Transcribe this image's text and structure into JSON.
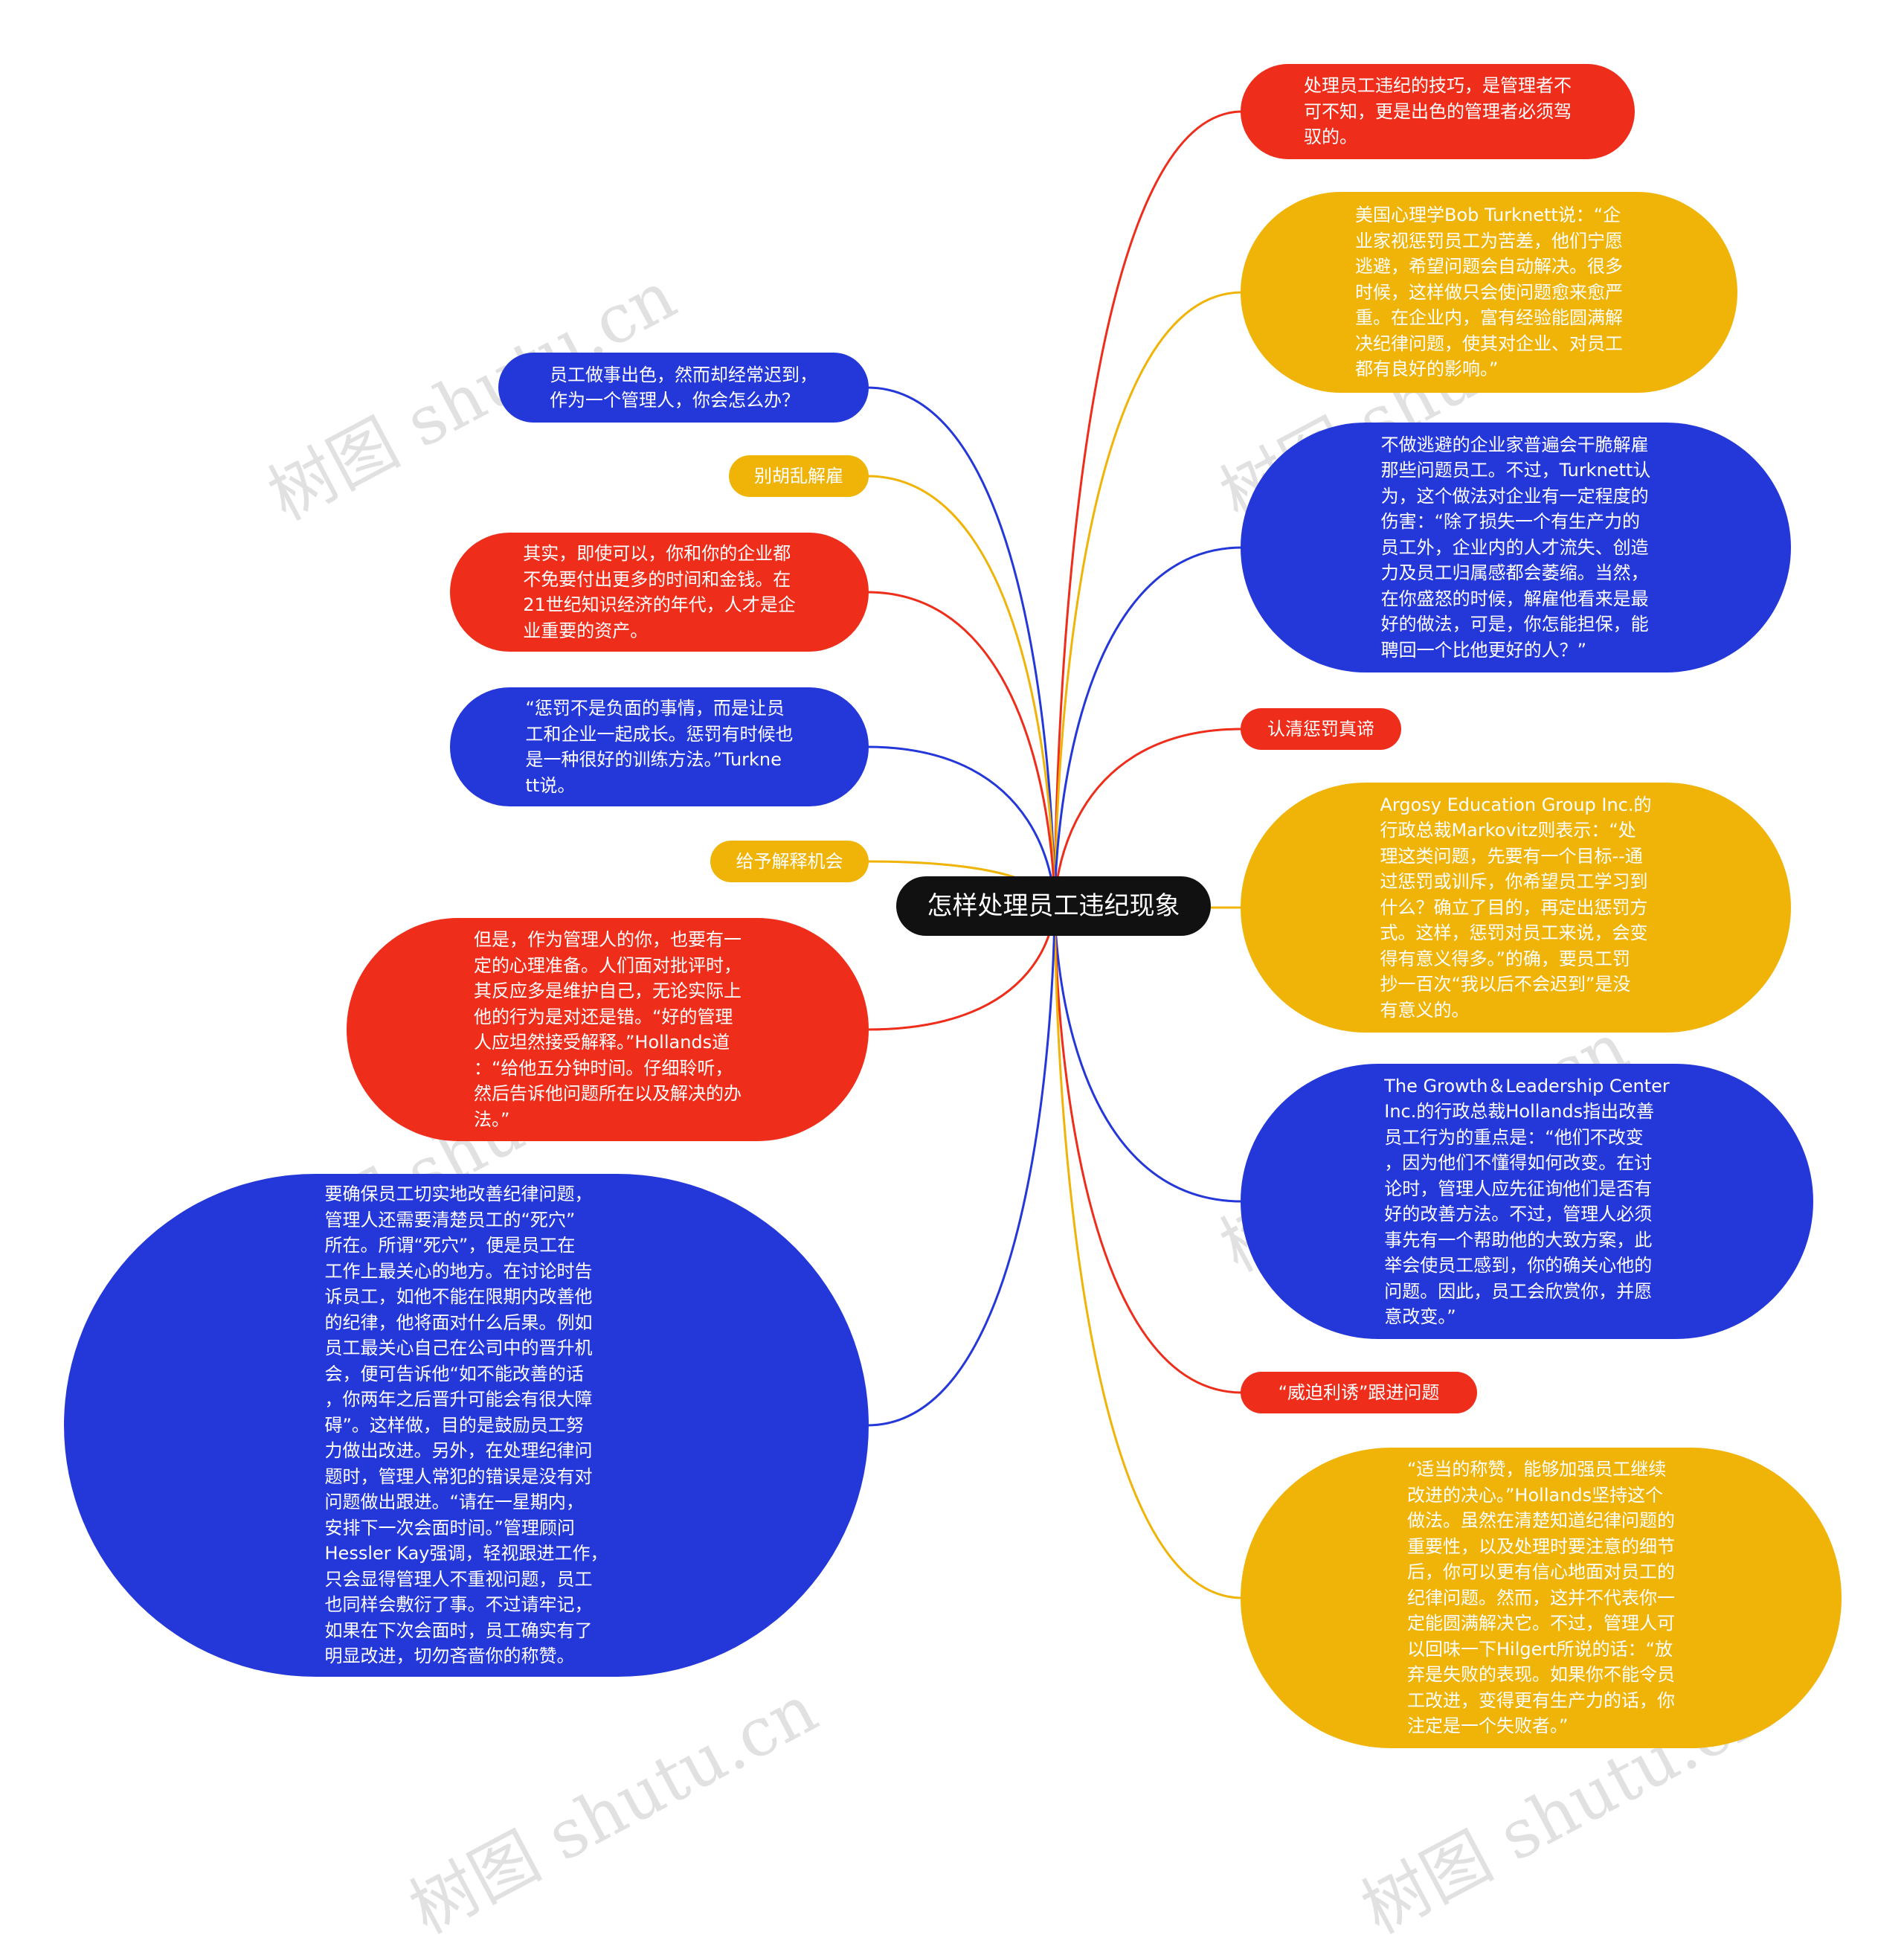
{
  "root": {
    "label": "怎样处理员工违纪现象"
  },
  "colors": {
    "red": "#ee2d1b",
    "yellow": "#f0b409",
    "blue": "#2437d9",
    "root": "#111111"
  },
  "right_nodes": [
    {
      "color": "red",
      "text": "处理员工违纪的技巧，是管理者不\n可不知，更是出色的管理者必须驾\n驭的。"
    },
    {
      "color": "yellow",
      "text": "美国心理学Bob Turknett说：“企\n业家视惩罚员工为苦差，他们宁愿\n逃避，希望问题会自动解决。很多\n时候，这样做只会使问题愈来愈严\n重。在企业内，富有经验能圆满解\n决纪律问题，使其对企业、对员工\n都有良好的影响。”"
    },
    {
      "color": "blue",
      "text": "不做逃避的企业家普遍会干脆解雇\n那些问题员工。不过，Turknett认\n为，这个做法对企业有一定程度的\n伤害：“除了损失一个有生产力的\n员工外，企业内的人才流失、创造\n力及员工归属感都会萎缩。当然，\n在你盛怒的时候，解雇他看来是最\n好的做法，可是，你怎能担保，能\n聘回一个比他更好的人？”"
    },
    {
      "color": "red",
      "text": "认清惩罚真谛"
    },
    {
      "color": "yellow",
      "text": "Argosy Education Group Inc.的\n行政总裁Markovitz则表示：“处\n理这类问题，先要有一个目标--通\n过惩罚或训斥，你希望员工学习到\n什么？确立了目的，再定出惩罚方\n式。这样，惩罚对员工来说，会变\n得有意义得多。”的确，要员工罚\n抄一百次“我以后不会迟到”是没\n有意义的。"
    },
    {
      "color": "blue",
      "text": "The Growth＆Leadership Center\nInc.的行政总裁Hollands指出改善\n员工行为的重点是：“他们不改变\n，因为他们不懂得如何改变。在讨\n论时，管理人应先征询他们是否有\n好的改善方法。不过，管理人必须\n事先有一个帮助他的大致方案，此\n举会使员工感到，你的确关心他的\n问题。因此，员工会欣赏你，并愿\n意改变。”"
    },
    {
      "color": "red",
      "text": "“威迫利诱”跟进问题"
    },
    {
      "color": "yellow",
      "text": "“适当的称赞，能够加强员工继续\n改进的决心。”Hollands坚持这个\n做法。虽然在清楚知道纪律问题的\n重要性，以及处理时要注意的细节\n后，你可以更有信心地面对员工的\n纪律问题。然而，这并不代表你一\n定能圆满解决它。不过，管理人可\n以回味一下Hilgert所说的话：“放\n弃是失败的表现。如果你不能令员\n工改进，变得更有生产力的话，你\n注定是一个失败者。”"
    }
  ],
  "left_nodes": [
    {
      "color": "blue",
      "text": "员工做事出色，然而却经常迟到，\n作为一个管理人，你会怎么办？"
    },
    {
      "color": "yellow",
      "text": "别胡乱解雇"
    },
    {
      "color": "red",
      "text": "其实，即使可以，你和你的企业都\n不免要付出更多的时间和金钱。在\n21世纪知识经济的年代，人才是企\n业重要的资产。"
    },
    {
      "color": "blue",
      "text": "“惩罚不是负面的事情，而是让员\n工和企业一起成长。惩罚有时候也\n是一种很好的训练方法。”Turkne\ntt说。"
    },
    {
      "color": "yellow",
      "text": "给予解释机会"
    },
    {
      "color": "red",
      "text": "但是，作为管理人的你，也要有一\n定的心理准备。人们面对批评时，\n其反应多是维护自己，无论实际上\n他的行为是对还是错。“好的管理\n人应坦然接受解释。”Hollands道\n：“给他五分钟时间。仔细聆听，\n然后告诉他问题所在以及解决的办\n法。”"
    },
    {
      "color": "blue",
      "text": "要确保员工切实地改善纪律问题，\n管理人还需要清楚员工的“死穴”\n所在。所谓“死穴”，便是员工在\n工作上最关心的地方。在讨论时告\n诉员工，如他不能在限期内改善他\n的纪律，他将面对什么后果。例如\n员工最关心自己在公司中的晋升机\n会，便可告诉他“如不能改善的话\n，你两年之后晋升可能会有很大障\n碍”。这样做，目的是鼓励员工努\n力做出改进。另外，在处理纪律问\n题时，管理人常犯的错误是没有对\n问题做出跟进。“请在一星期内，\n安排下一次会面时间。”管理顾问\nHessler Kay强调，轻视跟进工作，\n只会显得管理人不重视问题，员工\n也同样会敷衍了事。不过请牢记，\n如果在下次会面时，员工确实有了\n明显改进，切勿吝啬你的称赞。"
    }
  ],
  "watermark": "树图 shutu.cn"
}
